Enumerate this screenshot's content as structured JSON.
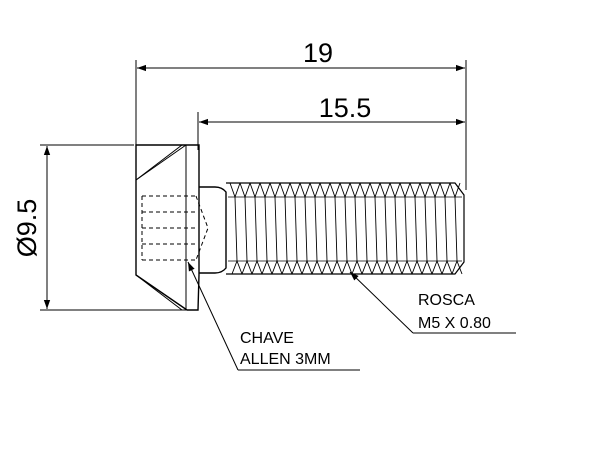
{
  "dimensions": {
    "overall_length": "19",
    "shank_length": "15.5",
    "head_diameter": "Ø9.5"
  },
  "callouts": {
    "drive": {
      "line1": "CHAVE",
      "line2": "ALLEN 3MM"
    },
    "thread": {
      "line1": "ROSCA",
      "line2": "M5 X 0.80"
    }
  },
  "colors": {
    "line": "#000000",
    "background": "#ffffff"
  }
}
